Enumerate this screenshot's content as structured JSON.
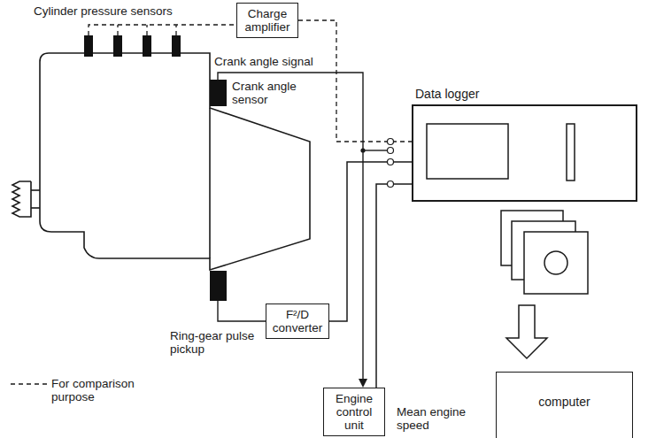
{
  "diagram": {
    "nodes": [
      {
        "text": [
          "Charge amplifier"
        ]
      },
      {
        "text": [
          "Data logger"
        ]
      },
      {
        "text": [
          "F²/D converter"
        ]
      },
      {
        "text": [
          "computer"
        ]
      },
      {
        "text": [
          "Engine control unit"
        ]
      }
    ],
    "edges": [
      {
        "from": 0,
        "to": 1,
        "arrow": "none"
      },
      {
        "from": 2,
        "to": 1,
        "arrow": "none"
      },
      {
        "from": 4,
        "to": 1,
        "arrow": "none"
      }
    ],
    "labels": [
      "Cylinder pressure sensors",
      "Crank angle signal",
      "Crank angle sensor",
      "Ring-gear pulse pickup",
      "Mean engine speed"
    ],
    "legend": [
      {
        "text": "For comparison purpose"
      }
    ]
  }
}
